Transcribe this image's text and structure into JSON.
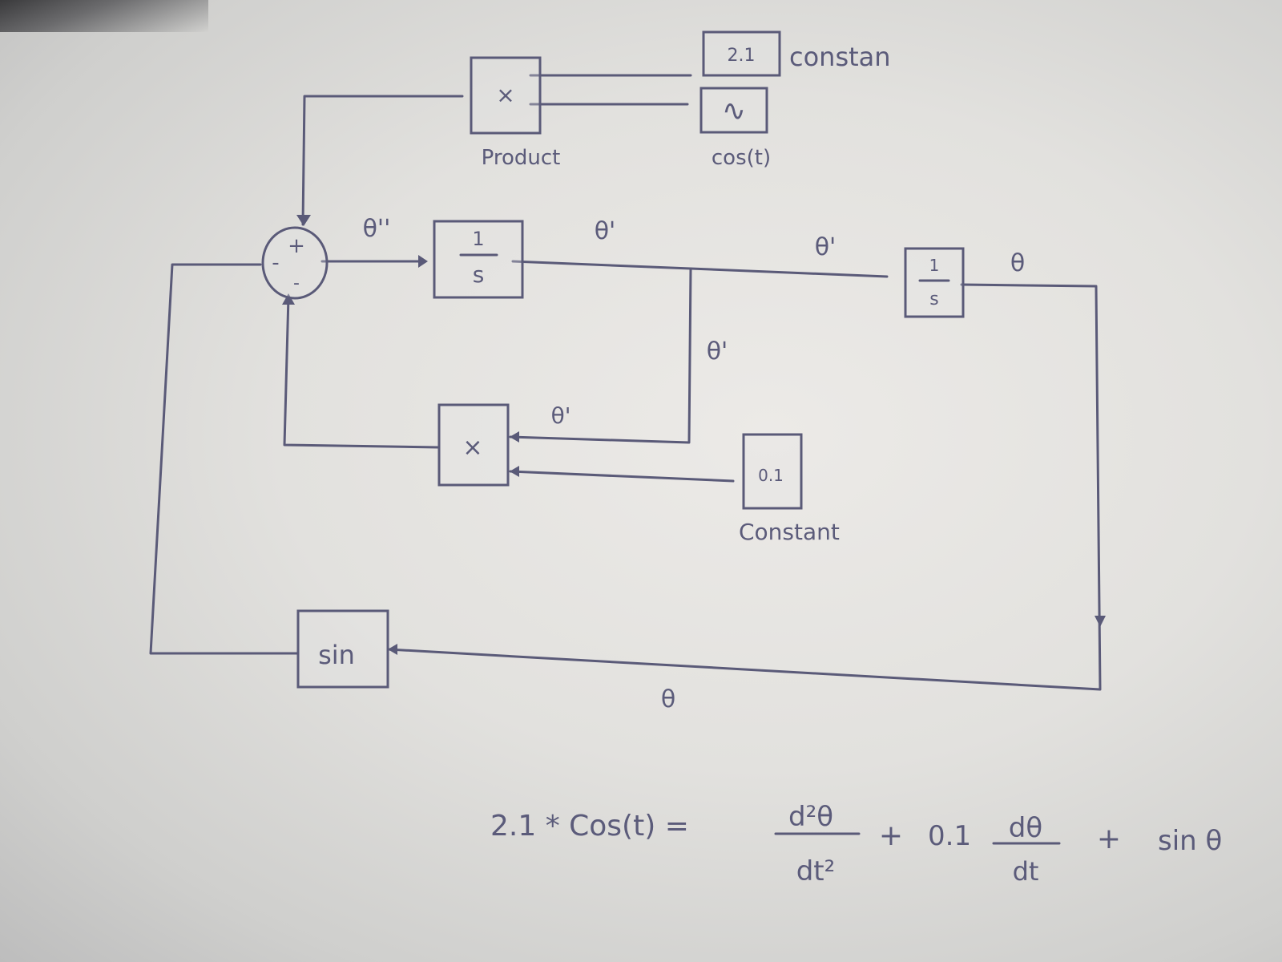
{
  "blocks": {
    "product_top": {
      "symbol": "×",
      "label": "Product"
    },
    "constant_top": {
      "value": "2.1",
      "label": "constan"
    },
    "cos_source": {
      "symbol": "∿",
      "label": "cos(t)"
    },
    "sum": {
      "signs": [
        "+",
        "-",
        "-"
      ]
    },
    "integrator_1": {
      "numerator": "1",
      "denominator": "s"
    },
    "integrator_2": {
      "numerator": "1",
      "denominator": "s"
    },
    "product_bottom": {
      "symbol": "×"
    },
    "constant_bottom": {
      "value": "0.1",
      "label": "Constant"
    },
    "sin_block": {
      "label": "sin"
    }
  },
  "signals": {
    "theta_dd": "θ''",
    "theta_d1": "θ'",
    "theta_d2": "θ'",
    "theta_d3": "θ'",
    "theta_d4": "θ'",
    "theta_1": "θ",
    "theta_2": "θ"
  },
  "equation": {
    "lhs": "2.1 * Cos(t) =",
    "term1_num": "d²θ",
    "term1_den": "dt²",
    "plus1": "+",
    "coef": "0.1",
    "term2_num": "dθ",
    "term2_den": "dt",
    "plus2": "+",
    "term3": "sin θ"
  }
}
